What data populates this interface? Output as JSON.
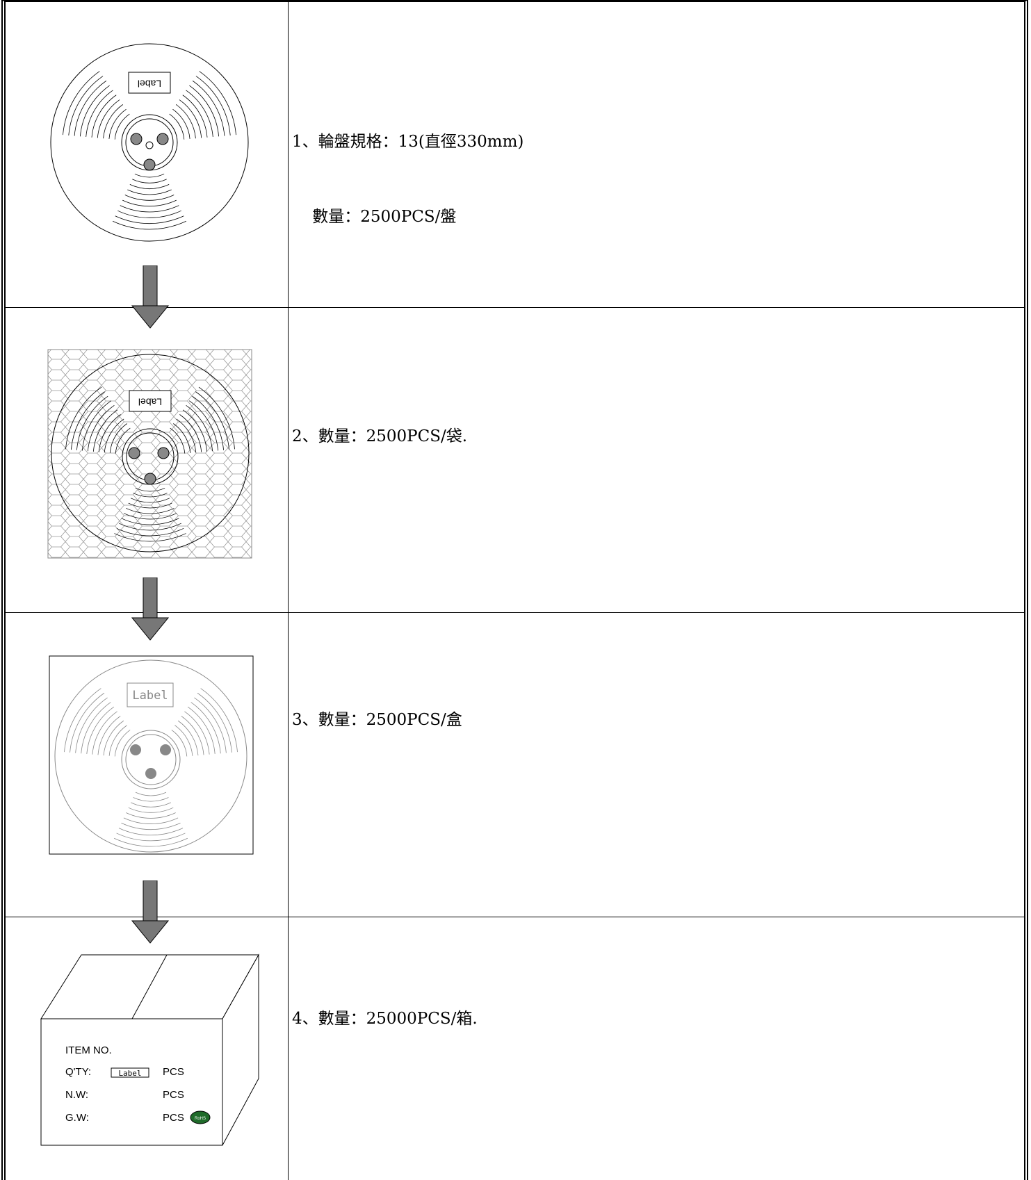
{
  "steps": [
    {
      "line1": "1、輪盤規格：13(直徑330mm)",
      "line2": "    數量：2500PCS/盤"
    },
    {
      "line1": "2、數量：2500PCS/袋."
    },
    {
      "line1": "3、數量：2500PCS/盒"
    },
    {
      "line1": "4、數量：25000PCS/箱."
    }
  ],
  "labels": {
    "reel_label": "Label",
    "bag_label": "Label",
    "box_label": "Label"
  },
  "carton": {
    "item_no": "ITEM NO.",
    "qty": "Q'TY:",
    "qty_label": "Label",
    "qty_unit": "PCS",
    "nw": "N.W:",
    "nw_unit": "PCS",
    "gw": "G.W:",
    "gw_unit": "PCS",
    "rohs": "RoHS"
  }
}
